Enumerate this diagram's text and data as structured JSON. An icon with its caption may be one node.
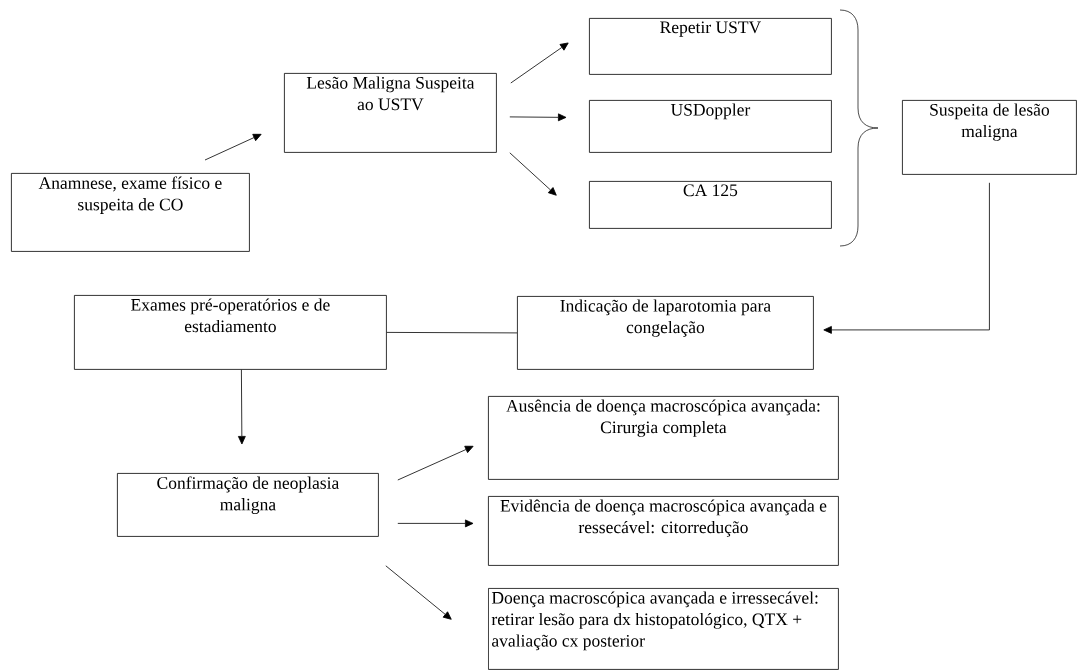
{
  "diagram": {
    "nodes": [
      {
        "text": [
          "Anamnese, exame físico e suspeita de CO"
        ]
      },
      {
        "text": [
          "Lesão Maligna Suspeita ao USTV"
        ]
      },
      {
        "text": [
          "Repetir USTV"
        ]
      },
      {
        "text": [
          "USDoppler"
        ]
      },
      {
        "text": [
          "CA 125"
        ]
      },
      {
        "text": [
          "Suspeita de lesão maligna"
        ]
      },
      {
        "text": [
          "Indicação de laparotomia para congelação"
        ]
      },
      {
        "text": [
          "Exames pré-operatórios e de estadiamento"
        ]
      },
      {
        "text": [
          "Confirmação de neoplasia maligna"
        ]
      },
      {
        "text": [
          "Ausência de doença macroscópica avançada: Cirurgia completa"
        ]
      },
      {
        "text": [
          "Evidência de doença macroscópica avançada e ressecável: citorredução"
        ]
      },
      {
        "text": [
          "Doença macroscópica avançada e irressecável: retirar lesão para dx histopatológico, QTX + avaliação cx posterior"
        ]
      }
    ],
    "edges": [
      {
        "from": 0,
        "to": 1,
        "arrow": "to"
      },
      {
        "from": 1,
        "to": 2,
        "arrow": "to"
      },
      {
        "from": 1,
        "to": 3,
        "arrow": "to"
      },
      {
        "from": 1,
        "to": 4,
        "arrow": "to"
      },
      {
        "from": 5,
        "to": 6,
        "arrow": "to"
      },
      {
        "from": 6,
        "to": 7,
        "arrow": "none"
      },
      {
        "from": 7,
        "to": 8,
        "arrow": "to"
      },
      {
        "from": 8,
        "to": 9,
        "arrow": "to"
      },
      {
        "from": 8,
        "to": 10,
        "arrow": "to"
      },
      {
        "from": 8,
        "to": 11,
        "arrow": "to"
      }
    ]
  }
}
